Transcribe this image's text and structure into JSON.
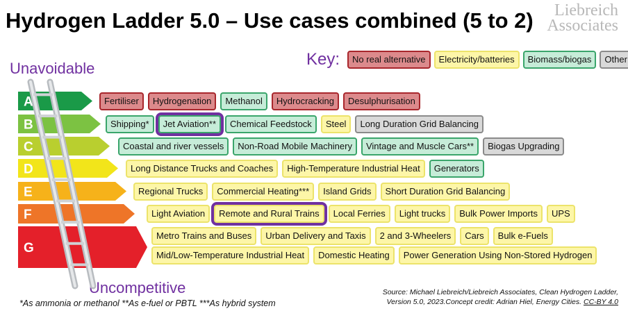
{
  "title": "Hydrogen Ladder 5.0 – Use cases combined (5 to 2)",
  "logo": {
    "line1": "Liebreich",
    "line2": "Associates"
  },
  "key": {
    "label": "Key:",
    "items": [
      {
        "label": "No real alternative",
        "type": "red"
      },
      {
        "label": "Electricity/batteries",
        "type": "yellow"
      },
      {
        "label": "Biomass/biogas",
        "type": "green"
      },
      {
        "label": "Other",
        "type": "gray"
      }
    ]
  },
  "colors": {
    "accent": "#7030a0",
    "A": "#1a9a48",
    "B": "#7cc242",
    "C": "#b9cf2f",
    "D": "#f2e51a",
    "E": "#f6b21a",
    "F": "#ee7528",
    "G": "#e4202a"
  },
  "top_label": "Unavoidable",
  "bottom_label": "Uncompetitive",
  "rows": [
    {
      "grade": "A",
      "lines": [
        [
          {
            "label": "Fertiliser",
            "type": "red"
          },
          {
            "label": "Hydrogenation",
            "type": "red"
          },
          {
            "label": "Methanol",
            "type": "green"
          },
          {
            "label": "Hydrocracking",
            "type": "red"
          },
          {
            "label": "Desulphurisation",
            "type": "red"
          }
        ]
      ]
    },
    {
      "grade": "B",
      "lines": [
        [
          {
            "label": "Shipping*",
            "type": "green"
          },
          {
            "label": "Jet Aviation**",
            "type": "green",
            "highlight": true
          },
          {
            "label": "Chemical Feedstock",
            "type": "green"
          },
          {
            "label": "Steel",
            "type": "yellow"
          },
          {
            "label": "Long Duration Grid Balancing",
            "type": "gray"
          }
        ]
      ]
    },
    {
      "grade": "C",
      "lines": [
        [
          {
            "label": "Coastal and river vessels",
            "type": "green"
          },
          {
            "label": "Non-Road Mobile Machinery",
            "type": "green"
          },
          {
            "label": "Vintage and Muscle Cars**",
            "type": "green"
          },
          {
            "label": "Biogas Upgrading",
            "type": "gray"
          }
        ]
      ]
    },
    {
      "grade": "D",
      "lines": [
        [
          {
            "label": "Long Distance Trucks and Coaches",
            "type": "yellow"
          },
          {
            "label": "High-Temperature Industrial Heat",
            "type": "yellow"
          },
          {
            "label": "Generators",
            "type": "green"
          }
        ]
      ]
    },
    {
      "grade": "E",
      "lines": [
        [
          {
            "label": "Regional Trucks",
            "type": "yellow"
          },
          {
            "label": "Commercial Heating***",
            "type": "yellow"
          },
          {
            "label": "Island Grids",
            "type": "yellow"
          },
          {
            "label": "Short Duration Grid Balancing",
            "type": "yellow"
          }
        ]
      ]
    },
    {
      "grade": "F",
      "lines": [
        [
          {
            "label": "Light Aviation",
            "type": "yellow"
          },
          {
            "label": "Remote and Rural Trains",
            "type": "yellow",
            "highlight": true
          },
          {
            "label": "Local Ferries",
            "type": "yellow"
          },
          {
            "label": "Light trucks",
            "type": "yellow"
          },
          {
            "label": "Bulk Power Imports",
            "type": "yellow"
          },
          {
            "label": "UPS",
            "type": "yellow"
          }
        ]
      ]
    },
    {
      "grade": "G",
      "lines": [
        [
          {
            "label": "Metro Trains and Buses",
            "type": "yellow"
          },
          {
            "label": "Urban Delivery and Taxis",
            "type": "yellow"
          },
          {
            "label": "2 and 3-Wheelers",
            "type": "yellow"
          },
          {
            "label": "Cars",
            "type": "yellow"
          },
          {
            "label": "Bulk e-Fuels",
            "type": "yellow"
          }
        ],
        [
          {
            "label": "Mid/Low-Temperature Industrial Heat",
            "type": "yellow"
          },
          {
            "label": "Domestic Heating",
            "type": "yellow"
          },
          {
            "label": "Power Generation Using Non-Stored Hydrogen",
            "type": "yellow"
          }
        ]
      ]
    }
  ],
  "footnotes": "*As ammonia or methanol   **As e-fuel or PBTL   ***As hybrid system",
  "source": {
    "line1": "Source: Michael Liebreich/Liebreich Associates, Clean Hydrogen Ladder,",
    "line2": "Version 5.0, 2023.Concept credit: Adrian Hiel, Energy Cities.",
    "license": "CC-BY 4.0"
  }
}
